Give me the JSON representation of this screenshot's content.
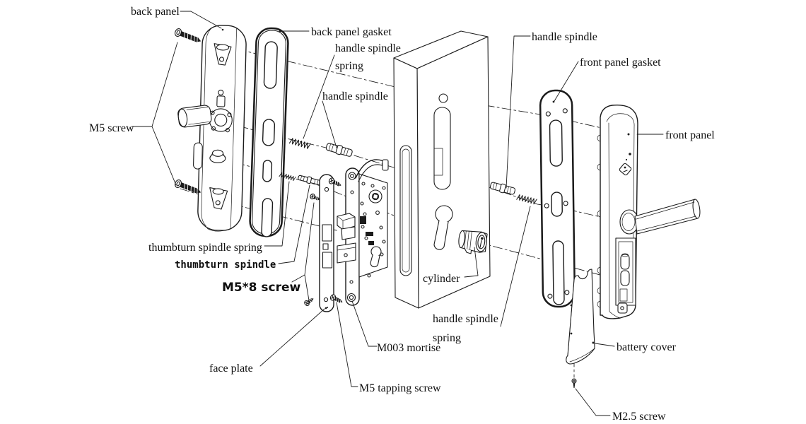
{
  "diagram": {
    "title": "exploded view of mortise door lock assembly",
    "type": "technical line drawing",
    "background_color": "#ffffff",
    "line_color": "#1b1b1b"
  },
  "labels": {
    "back_panel": "back panel",
    "back_panel_gasket": "back panel gasket",
    "handle_spindle_spring_upper": [
      "handle spindle",
      "spring"
    ],
    "handle_spindle_left": "handle spindle",
    "m5_screw": "M5 screw",
    "thumbturn_spindle_spring": "thumbturn spindle spring",
    "thumbturn_spindle": "thumbturn spindle",
    "m5x8_screw": "M5*8 screw",
    "face_plate": "face plate",
    "m003_mortise": "M003 mortise",
    "m5_tapping_screw": "M5 tapping screw",
    "cylinder": "cylinder",
    "handle_spindle_spring_right": [
      "handle spindle",
      "spring"
    ],
    "handle_spindle_right": "handle spindle",
    "front_panel_gasket": "front panel gasket",
    "front_panel": "front panel",
    "battery_cover": "battery cover",
    "m2_5_screw": "M2.5 screw"
  }
}
